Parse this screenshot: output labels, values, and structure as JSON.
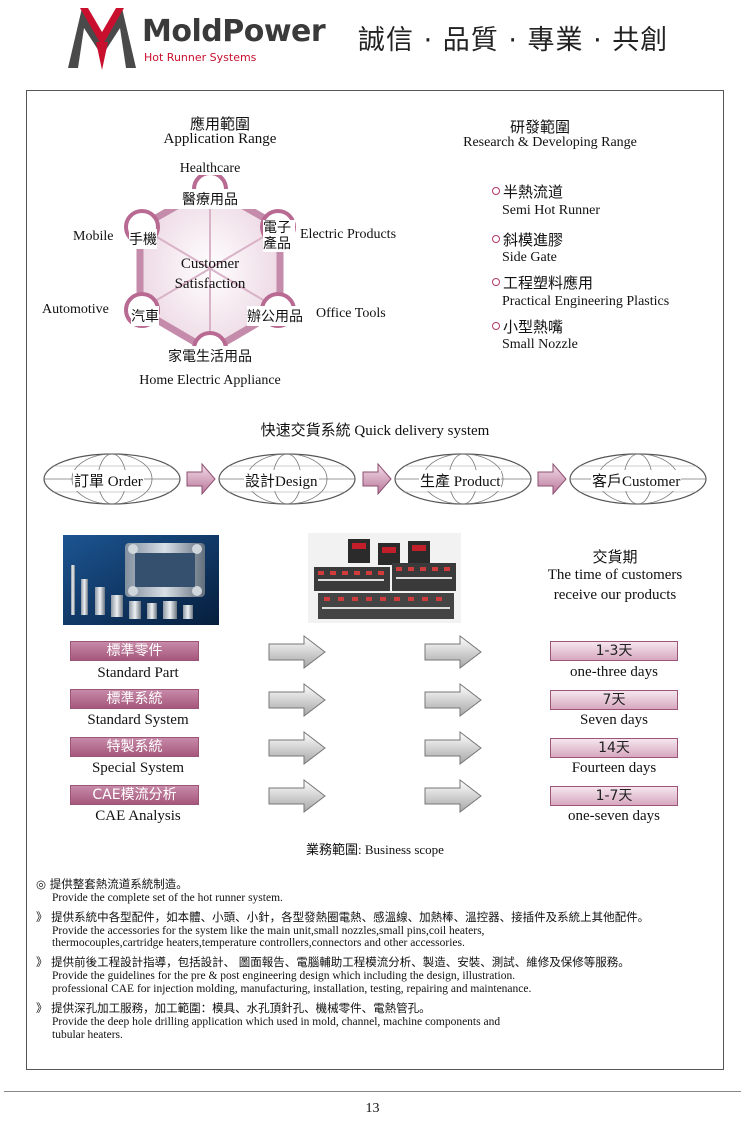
{
  "header": {
    "brand_name": "MoldPower",
    "brand_subtitle": "Hot Runner Systems",
    "slogan": "誠信 · 品質 · 專業 · 共創",
    "logo_colors": {
      "grey": "#4a4a4a",
      "red": "#c8102e"
    }
  },
  "application": {
    "title_zh": "應用範圍",
    "title_en": "Application Range",
    "center": [
      "Customer",
      "Satisfaction"
    ],
    "nodes": [
      {
        "zh": "醫療用品",
        "en": "Healthcare"
      },
      {
        "zh": "電子產品",
        "en": "Electric Products"
      },
      {
        "zh": "辦公用品",
        "en": "Office Tools"
      },
      {
        "zh": "家電生活用品",
        "en": "Home Electric Appliance"
      },
      {
        "zh": "汽車",
        "en": "Automotive"
      },
      {
        "zh": "手機",
        "en": "Mobile"
      }
    ],
    "accent": "#b86a93"
  },
  "research": {
    "title_zh": "研發範圍",
    "title_en": "Research & Developing Range",
    "items": [
      {
        "zh": "半熱流道",
        "en": "Semi Hot Runner"
      },
      {
        "zh": "斜模進膠",
        "en": "Side Gate"
      },
      {
        "zh": "工程塑料應用",
        "en": "Practical Engineering Plastics"
      },
      {
        "zh": "小型熱嘴",
        "en": "Small Nozzle"
      }
    ]
  },
  "delivery": {
    "title": "快速交貨系統  Quick delivery system",
    "steps": [
      "訂單 Order",
      "設計Design",
      "生產 Product",
      "客戶Customer"
    ]
  },
  "lead_time": {
    "title_zh": "交貨期",
    "title_en": [
      "The time of customers",
      "receive our products"
    ]
  },
  "scope": {
    "caption": "業務範圍: Business scope",
    "rows": [
      {
        "zh": "標準零件",
        "en": "Standard  Part",
        "days_zh": "1-3天",
        "days_en": "one-three days"
      },
      {
        "zh": "標準系統",
        "en": "Standard  System",
        "days_zh": "7天",
        "days_en": "Seven days"
      },
      {
        "zh": "特製系統",
        "en": "Special System",
        "days_zh": "14天",
        "days_en": "Fourteen days"
      },
      {
        "zh": "CAE模流分析",
        "en": "CAE Analysis",
        "days_zh": "1-7天",
        "days_en": "one-seven days"
      }
    ]
  },
  "notes": [
    {
      "zh": "◎ 提供整套熱流道系統制造。",
      "en": [
        "Provide the complete set of the hot runner system."
      ]
    },
    {
      "zh": "》 提供系統中各型配件，如本體、小頭、小針，各型發熱圈電熱、感溫線、加熱棒、溫控器、接插件及系統上其他配件。",
      "en": [
        "Provide the accessories for the system like the main unit,small nozzles,small pins,coil heaters,",
        "thermocouples,cartridge heaters,temperature controllers,connectors and other accessories."
      ]
    },
    {
      "zh": "》 提供前後工程設計指導，包括設計、 圖面報告、電腦輔助工程模流分析、製造、安裝、測試、維修及保修等服務。",
      "en": [
        "Provide the guidelines for the pre & post engineering design which including the design, illustration.",
        "professional CAE for injection molding, manufacturing, installation, testing, repairing and maintenance."
      ]
    },
    {
      "zh": "》 提供深孔加工服務，加工範圍：模具、水孔頂針孔、機械零件、電熱管孔。",
      "en": [
        "Provide the deep hole drilling application which used in mold, channel, machine components and",
        "tubular heaters."
      ]
    }
  ],
  "page_number": "13"
}
